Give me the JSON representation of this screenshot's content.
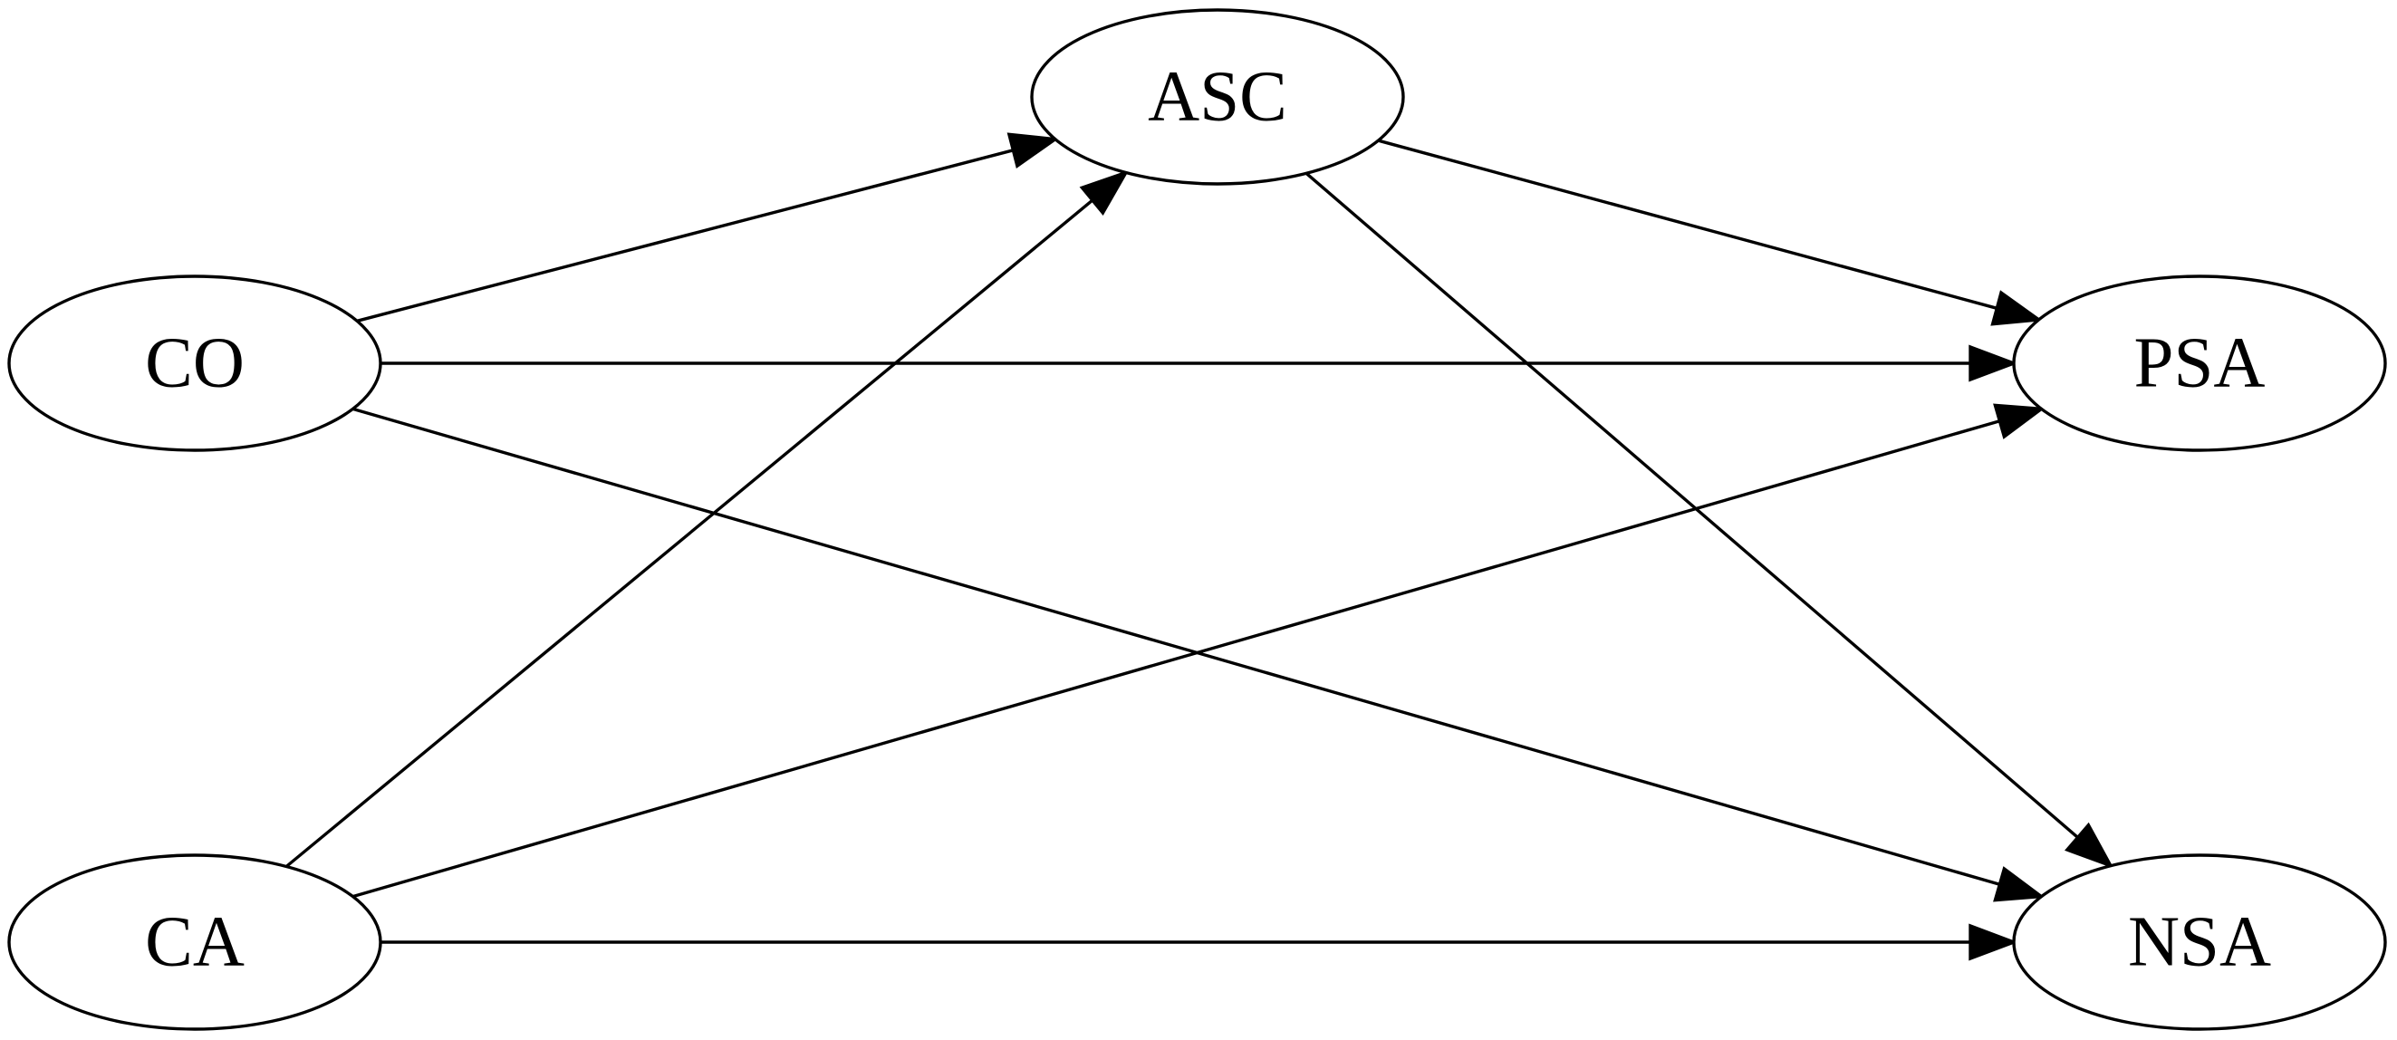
{
  "diagram": {
    "nodes": [
      {
        "id": "ASC",
        "label": "ASC"
      },
      {
        "id": "CO",
        "label": "CO"
      },
      {
        "id": "PSA",
        "label": "PSA"
      },
      {
        "id": "CA",
        "label": "CA"
      },
      {
        "id": "NSA",
        "label": "NSA"
      }
    ],
    "edges": [
      {
        "from": "CO",
        "to": "ASC"
      },
      {
        "from": "CO",
        "to": "PSA"
      },
      {
        "from": "CO",
        "to": "NSA"
      },
      {
        "from": "CA",
        "to": "ASC"
      },
      {
        "from": "CA",
        "to": "PSA"
      },
      {
        "from": "CA",
        "to": "NSA"
      },
      {
        "from": "ASC",
        "to": "PSA"
      },
      {
        "from": "ASC",
        "to": "NSA"
      }
    ]
  }
}
